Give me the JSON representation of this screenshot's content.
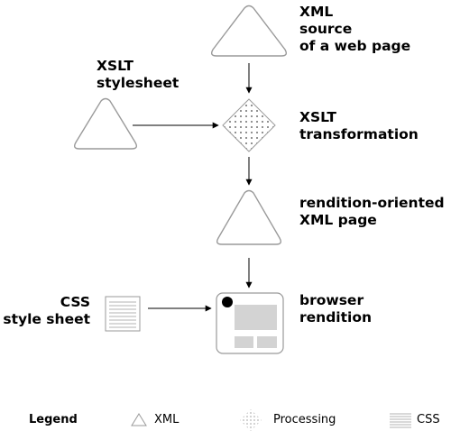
{
  "nodes": {
    "xml_source": {
      "lines": [
        "XML",
        "source",
        "of a web page"
      ],
      "kind": "XML"
    },
    "xslt_stylesheet": {
      "lines": [
        "XSLT",
        "stylesheet"
      ],
      "kind": "XML"
    },
    "xslt_transformation": {
      "lines": [
        "XSLT",
        "transformation"
      ],
      "kind": "Processing"
    },
    "rendition_xml": {
      "lines": [
        "rendition-oriented",
        "XML page"
      ],
      "kind": "XML"
    },
    "css_style_sheet": {
      "lines": [
        "CSS",
        "style sheet"
      ],
      "kind": "CSS"
    },
    "browser_rendition": {
      "lines": [
        "browser",
        "rendition"
      ],
      "kind": "browser"
    }
  },
  "edges": [
    {
      "from": "xml_source",
      "to": "xslt_transformation"
    },
    {
      "from": "xslt_stylesheet",
      "to": "xslt_transformation"
    },
    {
      "from": "xslt_transformation",
      "to": "rendition_xml"
    },
    {
      "from": "rendition_xml",
      "to": "browser_rendition"
    },
    {
      "from": "css_style_sheet",
      "to": "browser_rendition"
    }
  ],
  "legend": {
    "title": "Legend",
    "items": [
      {
        "symbol": "triangle",
        "label": "XML"
      },
      {
        "symbol": "dotted-diamond",
        "label": "Processing"
      },
      {
        "symbol": "lined-square",
        "label": "CSS"
      }
    ]
  },
  "colors": {
    "stroke": "#9a9a9a",
    "fill_gray": "#d3d3d3",
    "text": "#000000"
  }
}
